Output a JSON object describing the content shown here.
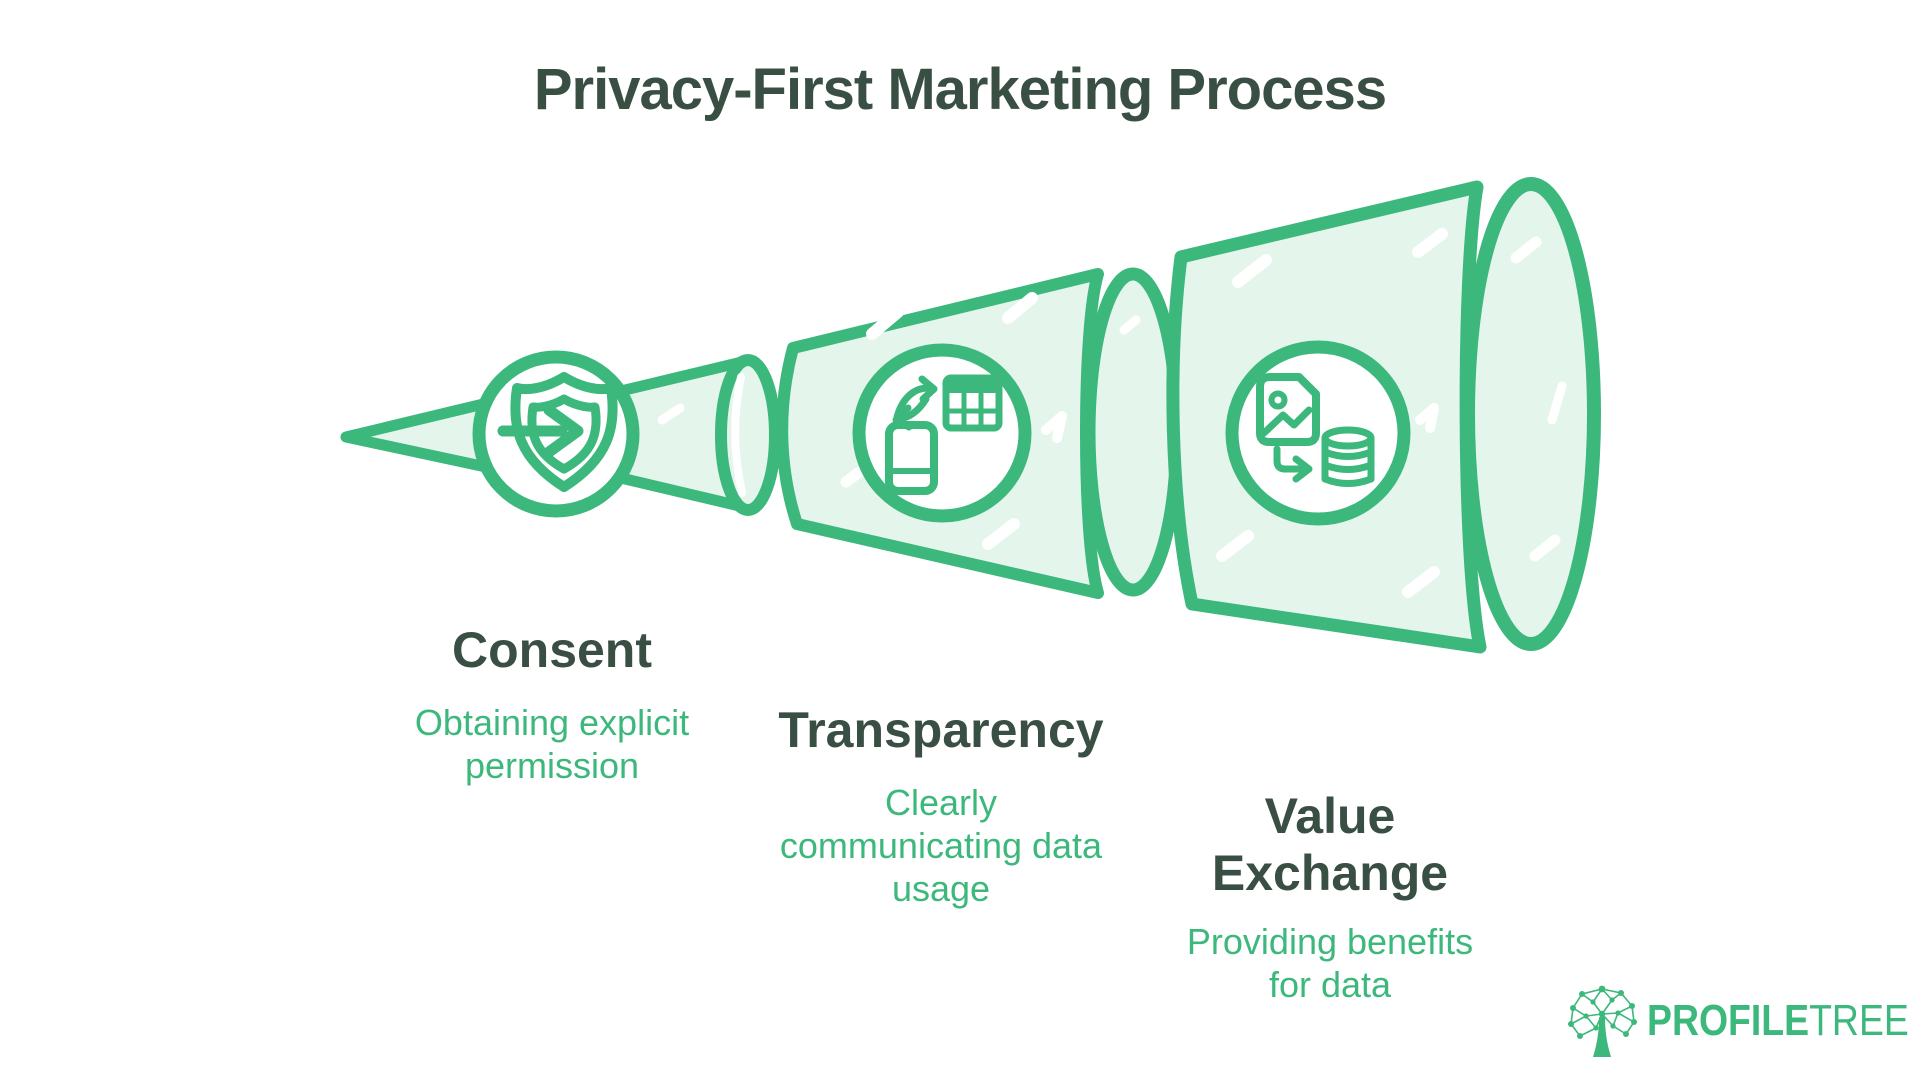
{
  "title": "Privacy-First Marketing Process",
  "stages": [
    {
      "name": "Consent",
      "description": "Obtaining explicit\npermission",
      "icon": "shield-login-arrow-icon"
    },
    {
      "name": "Transparency",
      "description": "Clearly\ncommunicating data\nusage",
      "icon": "device-data-sync-icon"
    },
    {
      "name": "Value Exchange",
      "description": "Providing benefits\nfor data",
      "icon": "image-to-database-icon"
    }
  ],
  "logo": {
    "brand_primary": "PROFILE",
    "brand_secondary": "TREE",
    "icon": "tree-network-icon"
  },
  "colors": {
    "accent_green": "#3cb87c",
    "mint_fill": "#e4f5ec",
    "dark_text": "#3a4f44",
    "background": "#ffffff"
  }
}
